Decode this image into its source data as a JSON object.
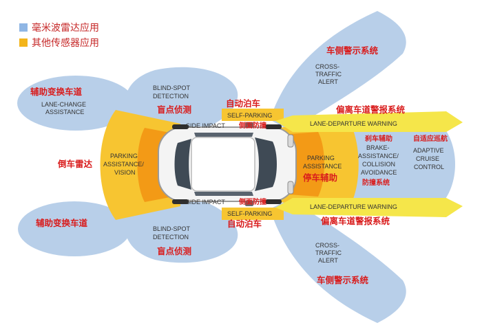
{
  "legend": {
    "items": [
      {
        "label": "毫米波雷达应用",
        "color": "#8fb6e4"
      },
      {
        "label": "其他传感器应用",
        "color": "#f3b51b"
      }
    ]
  },
  "colors": {
    "radar_blue": "#b8cfe9",
    "sensor_yellow": "#f7c531",
    "sensor_orange": "#f39a16",
    "chinese_text": "#d91c1c"
  },
  "labels": {
    "lane_change_top_cn": "辅助变换车道",
    "lane_change_top_en_1": "LANE-CHANGE",
    "lane_change_top_en_2": "ASSISTANCE",
    "blind_top_en_1": "BLIND-SPOT",
    "blind_top_en_2": "DETECTION",
    "blind_top_cn": "盲点侦测",
    "cross_top_cn": "车侧警示系统",
    "cross_top_en_1": "CROSS-",
    "cross_top_en_2": "TRAFFIC",
    "cross_top_en_3": "ALERT",
    "self_parking_top_cn": "自动泊车",
    "self_parking_top_en": "SELF-PARKING",
    "side_impact_top_en": "SIDE IMPACT",
    "side_impact_top_cn": "侧面防撞",
    "ldw_top_cn": "偏离车道警报系统",
    "ldw_top_en": "LANE-DEPARTURE WARNING",
    "rear_parking_en_1": "PARKING",
    "rear_parking_en_2": "ASSISTANCE/",
    "rear_parking_en_3": "VISION",
    "rear_radar_cn": "倒车雷达",
    "front_parking_en_1": "PARKING",
    "front_parking_en_2": "ASSISTANCE",
    "front_parking_cn": "停车辅助",
    "brake_cn_1": "刹车辅助",
    "brake_en_1": "BRAKE-",
    "brake_en_2": "ASSISTANCE/",
    "brake_en_3": "COLLISION",
    "brake_en_4": "AVOIDANCE",
    "brake_cn_2": "防撞系统",
    "acc_cn": "自适应巡航",
    "acc_en_1": "ADAPTIVE",
    "acc_en_2": "CRUISE",
    "acc_en_3": "CONTROL",
    "side_impact_bot_en": "SIDE IMPACT",
    "side_impact_bot_cn": "侧面防撞",
    "self_parking_bot_en": "SELF-PARKING",
    "self_parking_bot_cn": "自动泊车",
    "ldw_bot_en": "LANE-DEPARTURE WARNING",
    "ldw_bot_cn": "偏离车道警报系统",
    "lane_change_bot_cn": "辅助变换车道",
    "blind_bot_en_1": "BLIND-SPOT",
    "blind_bot_en_2": "DETECTION",
    "blind_bot_cn": "盲点侦测",
    "cross_bot_en_1": "CROSS-",
    "cross_bot_en_2": "TRAFFIC",
    "cross_bot_en_3": "ALERT",
    "cross_bot_cn": "车侧警示系统"
  }
}
